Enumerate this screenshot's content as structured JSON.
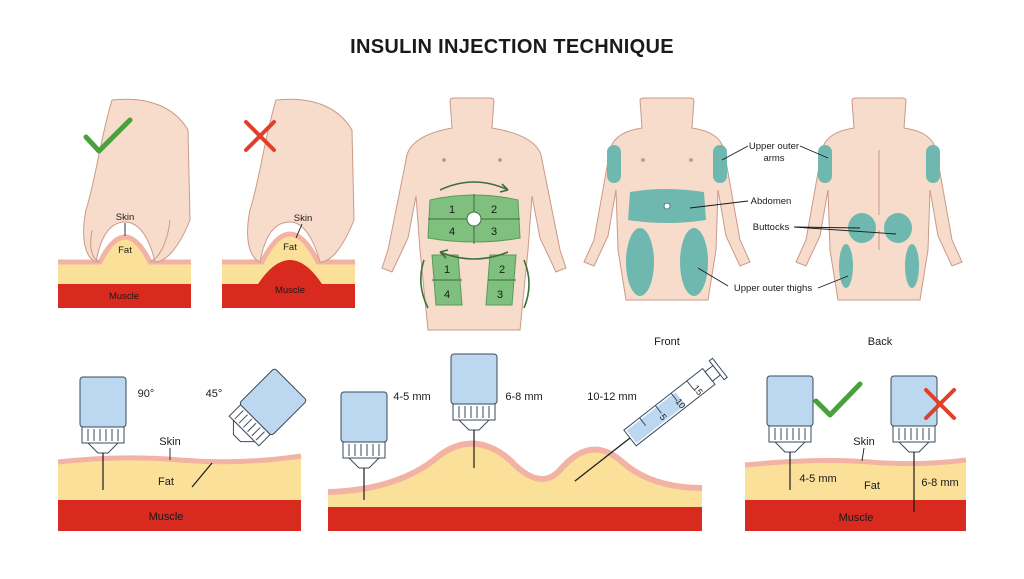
{
  "title": "INSULIN INJECTION TECHNIQUE",
  "pinch": {
    "correct": {
      "skin": "Skin",
      "fat": "Fat",
      "muscle": "Muscle",
      "mark": "check-icon"
    },
    "incorrect": {
      "skin": "Skin",
      "fat": "Fat",
      "muscle": "Muscle",
      "mark": "cross-icon"
    }
  },
  "abdomen_zones": [
    "1",
    "2",
    "4",
    "3"
  ],
  "thigh_zones": {
    "left": [
      "1",
      "4"
    ],
    "right": [
      "2",
      "3"
    ]
  },
  "body_sites": {
    "labels": [
      "Upper outer arms",
      "Abdomen",
      "Buttocks",
      "Upper outer thighs"
    ],
    "upper_outer_arms_line1": "Upper outer",
    "upper_outer_arms_line2": "arms",
    "abdomen": "Abdomen",
    "buttocks": "Buttocks",
    "upper_outer_thighs": "Upper outer thighs",
    "front": "Front",
    "back": "Back"
  },
  "angles": {
    "deg90": "90°",
    "deg45": "45°",
    "skin": "Skin",
    "fat": "Fat",
    "muscle": "Muscle"
  },
  "needle_lengths": {
    "short": "4-5 mm",
    "medium": "6-8 mm",
    "long": "10-12 mm",
    "syringe_marks": [
      "5",
      "10",
      "15"
    ]
  },
  "needle_compare": {
    "short": "4-5 mm",
    "long": "6-8 mm",
    "skin": "Skin",
    "fat": "Fat",
    "muscle": "Muscle"
  },
  "colors": {
    "muscle": "#d92a1f",
    "fat": "#fbe09a",
    "skin": "#f3b3a4",
    "zone": "#7fc07f",
    "site": "#6fb8b0",
    "pen": "#bcd7f0",
    "check": "#4aa03c",
    "cross": "#e0402b",
    "body": "#f8dccb"
  }
}
